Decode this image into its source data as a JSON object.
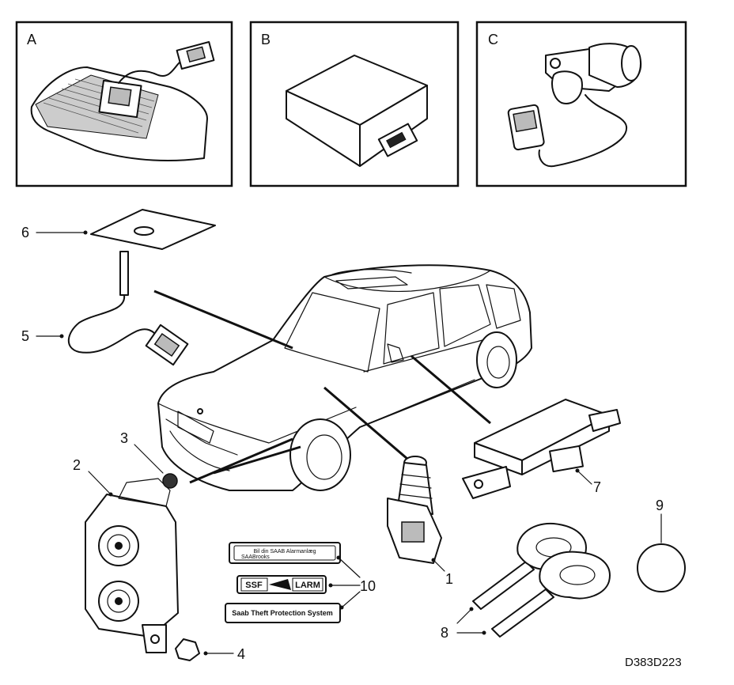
{
  "panels": {
    "a": {
      "letter": "A"
    },
    "b": {
      "letter": "B"
    },
    "c": {
      "letter": "C"
    }
  },
  "callouts": {
    "n1": "1",
    "n2": "2",
    "n3": "3",
    "n4": "4",
    "n5": "5",
    "n6": "6",
    "n7": "7",
    "n8": "8",
    "n9": "9",
    "n10": "10"
  },
  "decals": {
    "sticker1_line1": "Bil din SAAB Alarmanlæg",
    "sticker1_line2": "SAABrooks",
    "ssf_left": "SSF",
    "ssf_right": "LARM",
    "tps": "Saab Theft Protection System"
  },
  "figure_code": "D383D223"
}
